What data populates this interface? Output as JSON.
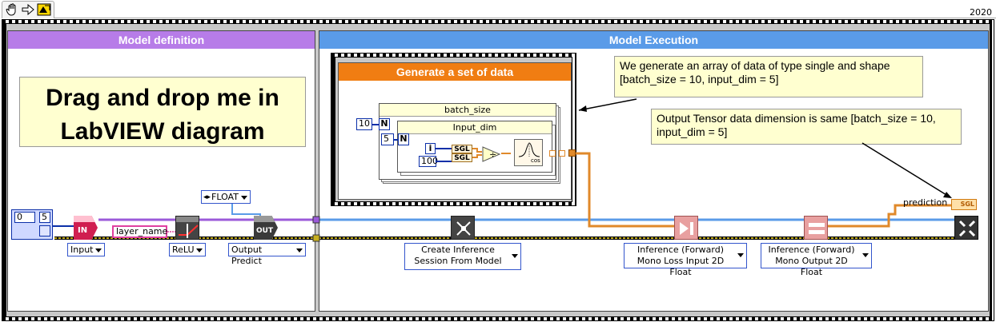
{
  "toolbar": {
    "hand_icon": "hand-icon",
    "arrow_icon": "arrow-right-icon",
    "vi_icon": "labview-vi-icon"
  },
  "version": "2020",
  "panels": {
    "left_title": "Model definition",
    "right_title": "Model Execution"
  },
  "drag_note": "Drag and drop me in LabVIEW diagram",
  "generate_frame": {
    "title": "Generate a set of data",
    "outer_loop_label": "batch_size",
    "inner_loop_label": "Input_dim",
    "outer_count": "10",
    "inner_count": "5",
    "count_terminal": "N",
    "iteration_terminal": "i",
    "const_100": "100",
    "sgl_label_1": "SGL",
    "sgl_label_2": "SGL",
    "cos_label": "cos"
  },
  "notes": {
    "data_gen": "We generate an array of data of type single and shape [batch_size = 10, input_dim = 5]",
    "output_dim": "Output Tensor data dimension is same [batch_size = 10, input_dim = 5]"
  },
  "nodes": {
    "array_index": "0",
    "array_value": "5",
    "in_label": "IN",
    "input_ddl": "Input",
    "layer_name": "layer_name",
    "relu_ddl": "ReLU",
    "float_ddl": "FLOAT",
    "out_label": "OUT",
    "output_predict_ddl": "Output Predict",
    "create_session_ddl": "Create Inference Session From Model",
    "inference1_ddl": "Inference (Forward) Mono Loss Input 2D Float",
    "inference2_ddl": "Inference (Forward) Mono Output 2D Float",
    "prediction_label": "prediction",
    "prediction_sgl": "SGL"
  },
  "colors": {
    "left_header": "#b77ce8",
    "right_header": "#5a9be8",
    "generate_header": "#f07d12",
    "wire_purple": "#9b59d9",
    "wire_blue": "#5a9be8",
    "wire_orange": "#e0892a",
    "wire_yellow": "#c8b020",
    "note_bg": "#ffffd0"
  }
}
